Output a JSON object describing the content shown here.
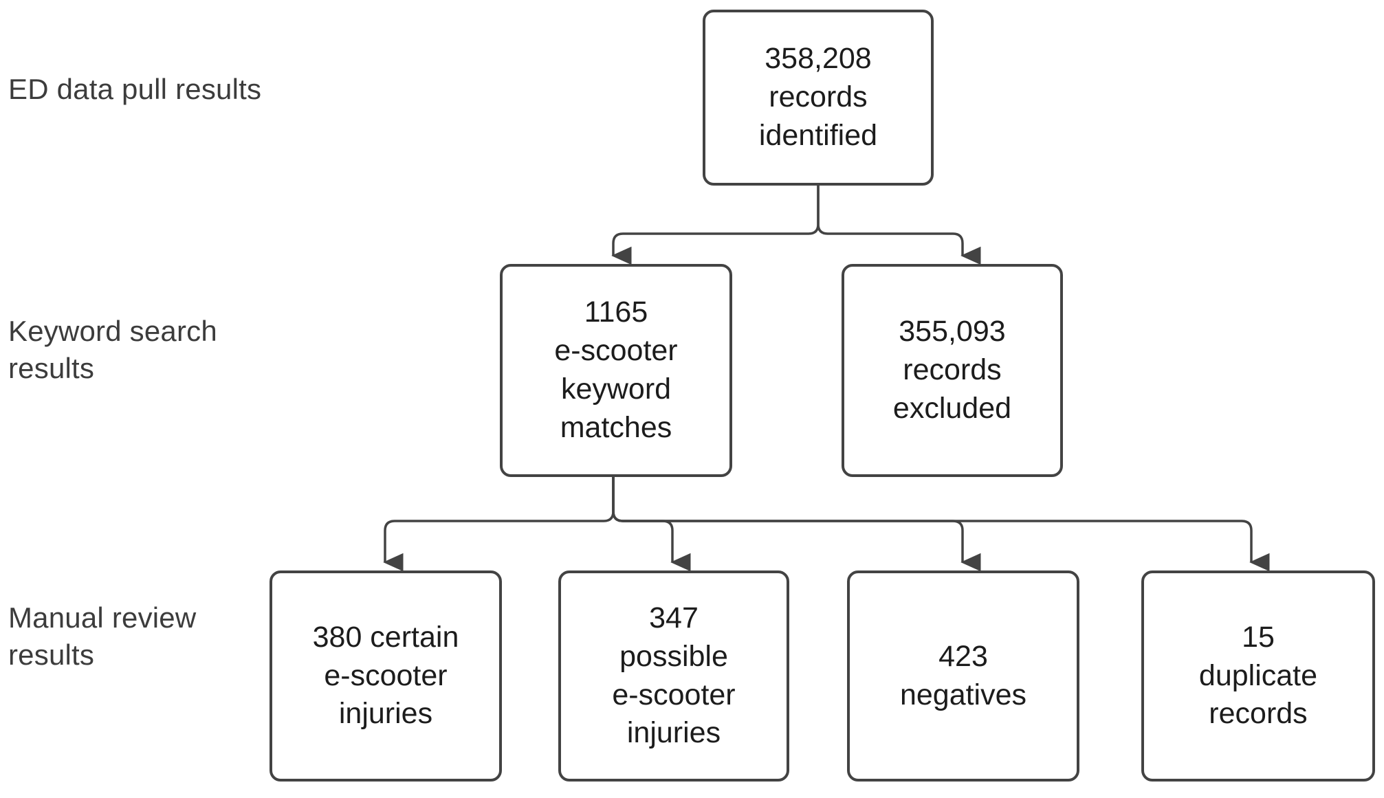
{
  "figure": {
    "type": "flowchart",
    "orientation": "top-down",
    "background_color": "#ffffff",
    "node_border_color": "#434343",
    "node_fill_color": "#ffffff",
    "edge_color": "#434343",
    "label_color": "#3c3c3c"
  },
  "row_labels": [
    {
      "id": "row-1",
      "text": "ED data pull results"
    },
    {
      "id": "row-2",
      "text": "Keyword search\nresults"
    },
    {
      "id": "row-3",
      "text": "Manual review\nresults"
    }
  ],
  "nodes": [
    {
      "id": "records-identified",
      "row": 1,
      "text": "358,208\nrecords\nidentified",
      "count": 358208,
      "count_display": "358,208",
      "description": "records identified"
    },
    {
      "id": "keyword-matches",
      "row": 2,
      "text": "1165\ne-scooter\nkeyword\nmatches",
      "count": 1165,
      "count_display": "1165",
      "description": "e-scooter keyword matches"
    },
    {
      "id": "records-excluded",
      "row": 2,
      "text": "355,093\nrecords\nexcluded",
      "count": 355093,
      "count_display": "355,093",
      "description": "records excluded"
    },
    {
      "id": "certain-injuries",
      "row": 3,
      "text": "380 certain\ne-scooter\ninjuries",
      "count": 380,
      "count_display": "380",
      "description": "certain e-scooter injuries"
    },
    {
      "id": "possible-injuries",
      "row": 3,
      "text": "347\npossible\ne-scooter\ninjuries",
      "count": 347,
      "count_display": "347",
      "description": "possible e-scooter injuries"
    },
    {
      "id": "negatives",
      "row": 3,
      "text": "423\nnegatives",
      "count": 423,
      "count_display": "423",
      "description": "negatives"
    },
    {
      "id": "duplicate-records",
      "row": 3,
      "text": "15\nduplicate\nrecords",
      "count": 15,
      "count_display": "15",
      "description": "duplicate records"
    }
  ],
  "edges": [
    {
      "from": "records-identified",
      "to": "keyword-matches"
    },
    {
      "from": "records-identified",
      "to": "records-excluded"
    },
    {
      "from": "keyword-matches",
      "to": "certain-injuries"
    },
    {
      "from": "keyword-matches",
      "to": "possible-injuries"
    },
    {
      "from": "keyword-matches",
      "to": "negatives"
    },
    {
      "from": "keyword-matches",
      "to": "duplicate-records"
    }
  ]
}
